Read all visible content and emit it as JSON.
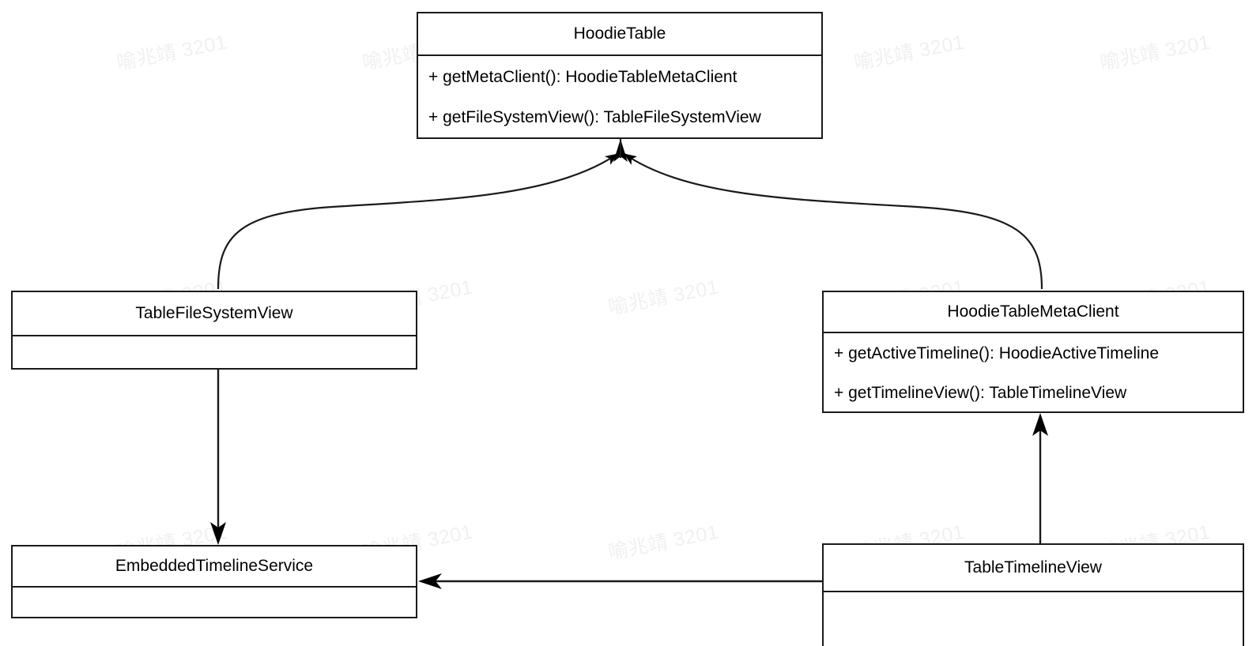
{
  "diagram": {
    "title": "HoodieTable UML class diagram",
    "type": "uml-class-diagram",
    "background_color": "#ffffff",
    "line_color": "#1a1a1a",
    "text_color": "#000000"
  },
  "watermark": {
    "text": "喻兆靖 3201",
    "color": "#f0f0f0",
    "angle_degrees": -11
  },
  "classes": [
    {
      "id": "hoodie-table",
      "name": "HoodieTable",
      "members": [
        "+ getMetaClient(): HoodieTableMetaClient",
        "+ getFileSystemView(): TableFileSystemView"
      ]
    },
    {
      "id": "table-file-system-view",
      "name": "TableFileSystemView",
      "members": []
    },
    {
      "id": "hoodie-table-meta-client",
      "name": "HoodieTableMetaClient",
      "members": [
        "+ getActiveTimeline(): HoodieActiveTimeline",
        "+ getTimelineView(): TableTimelineView"
      ]
    },
    {
      "id": "embedded-timeline-service",
      "name": "EmbeddedTimelineService",
      "members": []
    },
    {
      "id": "table-timeline-view",
      "name": "TableTimelineView",
      "members": []
    }
  ],
  "edges": [
    {
      "id": "edge-tfsv-to-hoodie-table",
      "from": "table-file-system-view",
      "to": "hoodie-table",
      "style": "curved",
      "arrow": "filled-solid"
    },
    {
      "id": "edge-htmc-to-hoodie-table",
      "from": "hoodie-table-meta-client",
      "to": "hoodie-table",
      "style": "curved",
      "arrow": "filled-solid"
    },
    {
      "id": "edge-tfsv-to-ets",
      "from": "table-file-system-view",
      "to": "embedded-timeline-service",
      "style": "straight-vertical",
      "arrow": "filled-solid"
    },
    {
      "id": "edge-ttv-to-htmc",
      "from": "table-timeline-view",
      "to": "hoodie-table-meta-client",
      "style": "straight-vertical",
      "arrow": "filled-solid"
    },
    {
      "id": "edge-ttv-to-ets",
      "from": "table-timeline-view",
      "to": "embedded-timeline-service",
      "style": "straight-horizontal",
      "arrow": "filled-solid"
    }
  ]
}
